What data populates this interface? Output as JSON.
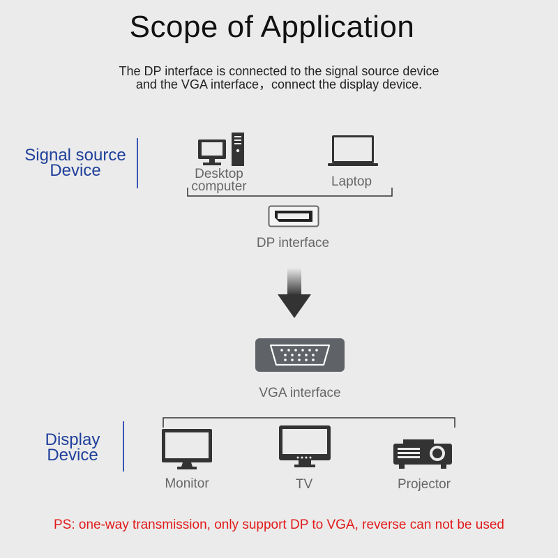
{
  "title": "Scope of Application",
  "subtitle": {
    "line1": "The DP interface is connected to the signal source device",
    "line2": "and the VGA interface，connect the display device."
  },
  "signal_source": {
    "label_line1": "Signal source",
    "label_line2": "Device",
    "devices": [
      {
        "icon": "desktop-computer-icon",
        "label_line1": "Desktop",
        "label_line2": "computer"
      },
      {
        "icon": "laptop-icon",
        "label_line1": "Laptop",
        "label_line2": ""
      }
    ]
  },
  "dp_interface": {
    "icon": "dp-port-icon",
    "label": "DP interface"
  },
  "arrow": {
    "icon": "arrow-down-icon"
  },
  "vga_interface": {
    "icon": "vga-port-icon",
    "label": "VGA interface"
  },
  "display": {
    "label_line1": "Display",
    "label_line2": "Device",
    "devices": [
      {
        "icon": "monitor-icon",
        "label": "Monitor"
      },
      {
        "icon": "tv-icon",
        "label": "TV"
      },
      {
        "icon": "projector-icon",
        "label": "Projector"
      }
    ]
  },
  "note": "PS: one-way transmission, only support DP to VGA, reverse can not be used",
  "colors": {
    "background": "#ebebeb",
    "heading_blue": "#1f3f9a",
    "note_red": "#e11b1b",
    "icon_dark": "#333333",
    "label_gray": "#666666"
  }
}
